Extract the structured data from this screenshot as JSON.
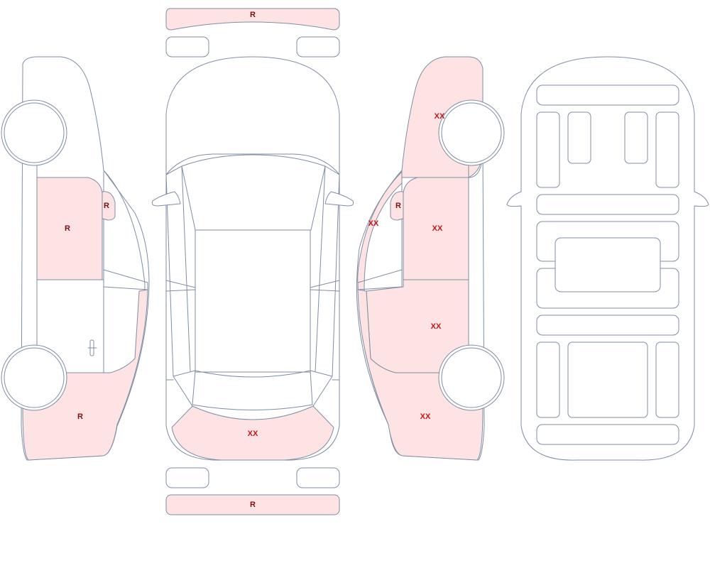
{
  "colors": {
    "outline": "#7f8ea3",
    "damage_fill": "#fde3e3",
    "panel_fill": "#ffffff",
    "repair_text": "#7a0f0f",
    "replace_text": "#c61717"
  },
  "marks": {
    "front_bumper": "R",
    "rear_bumper": "R",
    "left_front_door": "R",
    "left_mirror": "R",
    "left_front_fender": "R",
    "right_rear_quarter": "XX",
    "right_rocker": "XX",
    "right_mirror": "R",
    "right_rear_door": "XX",
    "right_front_door": "XX",
    "right_front_fender": "XX",
    "hood": "XX"
  }
}
